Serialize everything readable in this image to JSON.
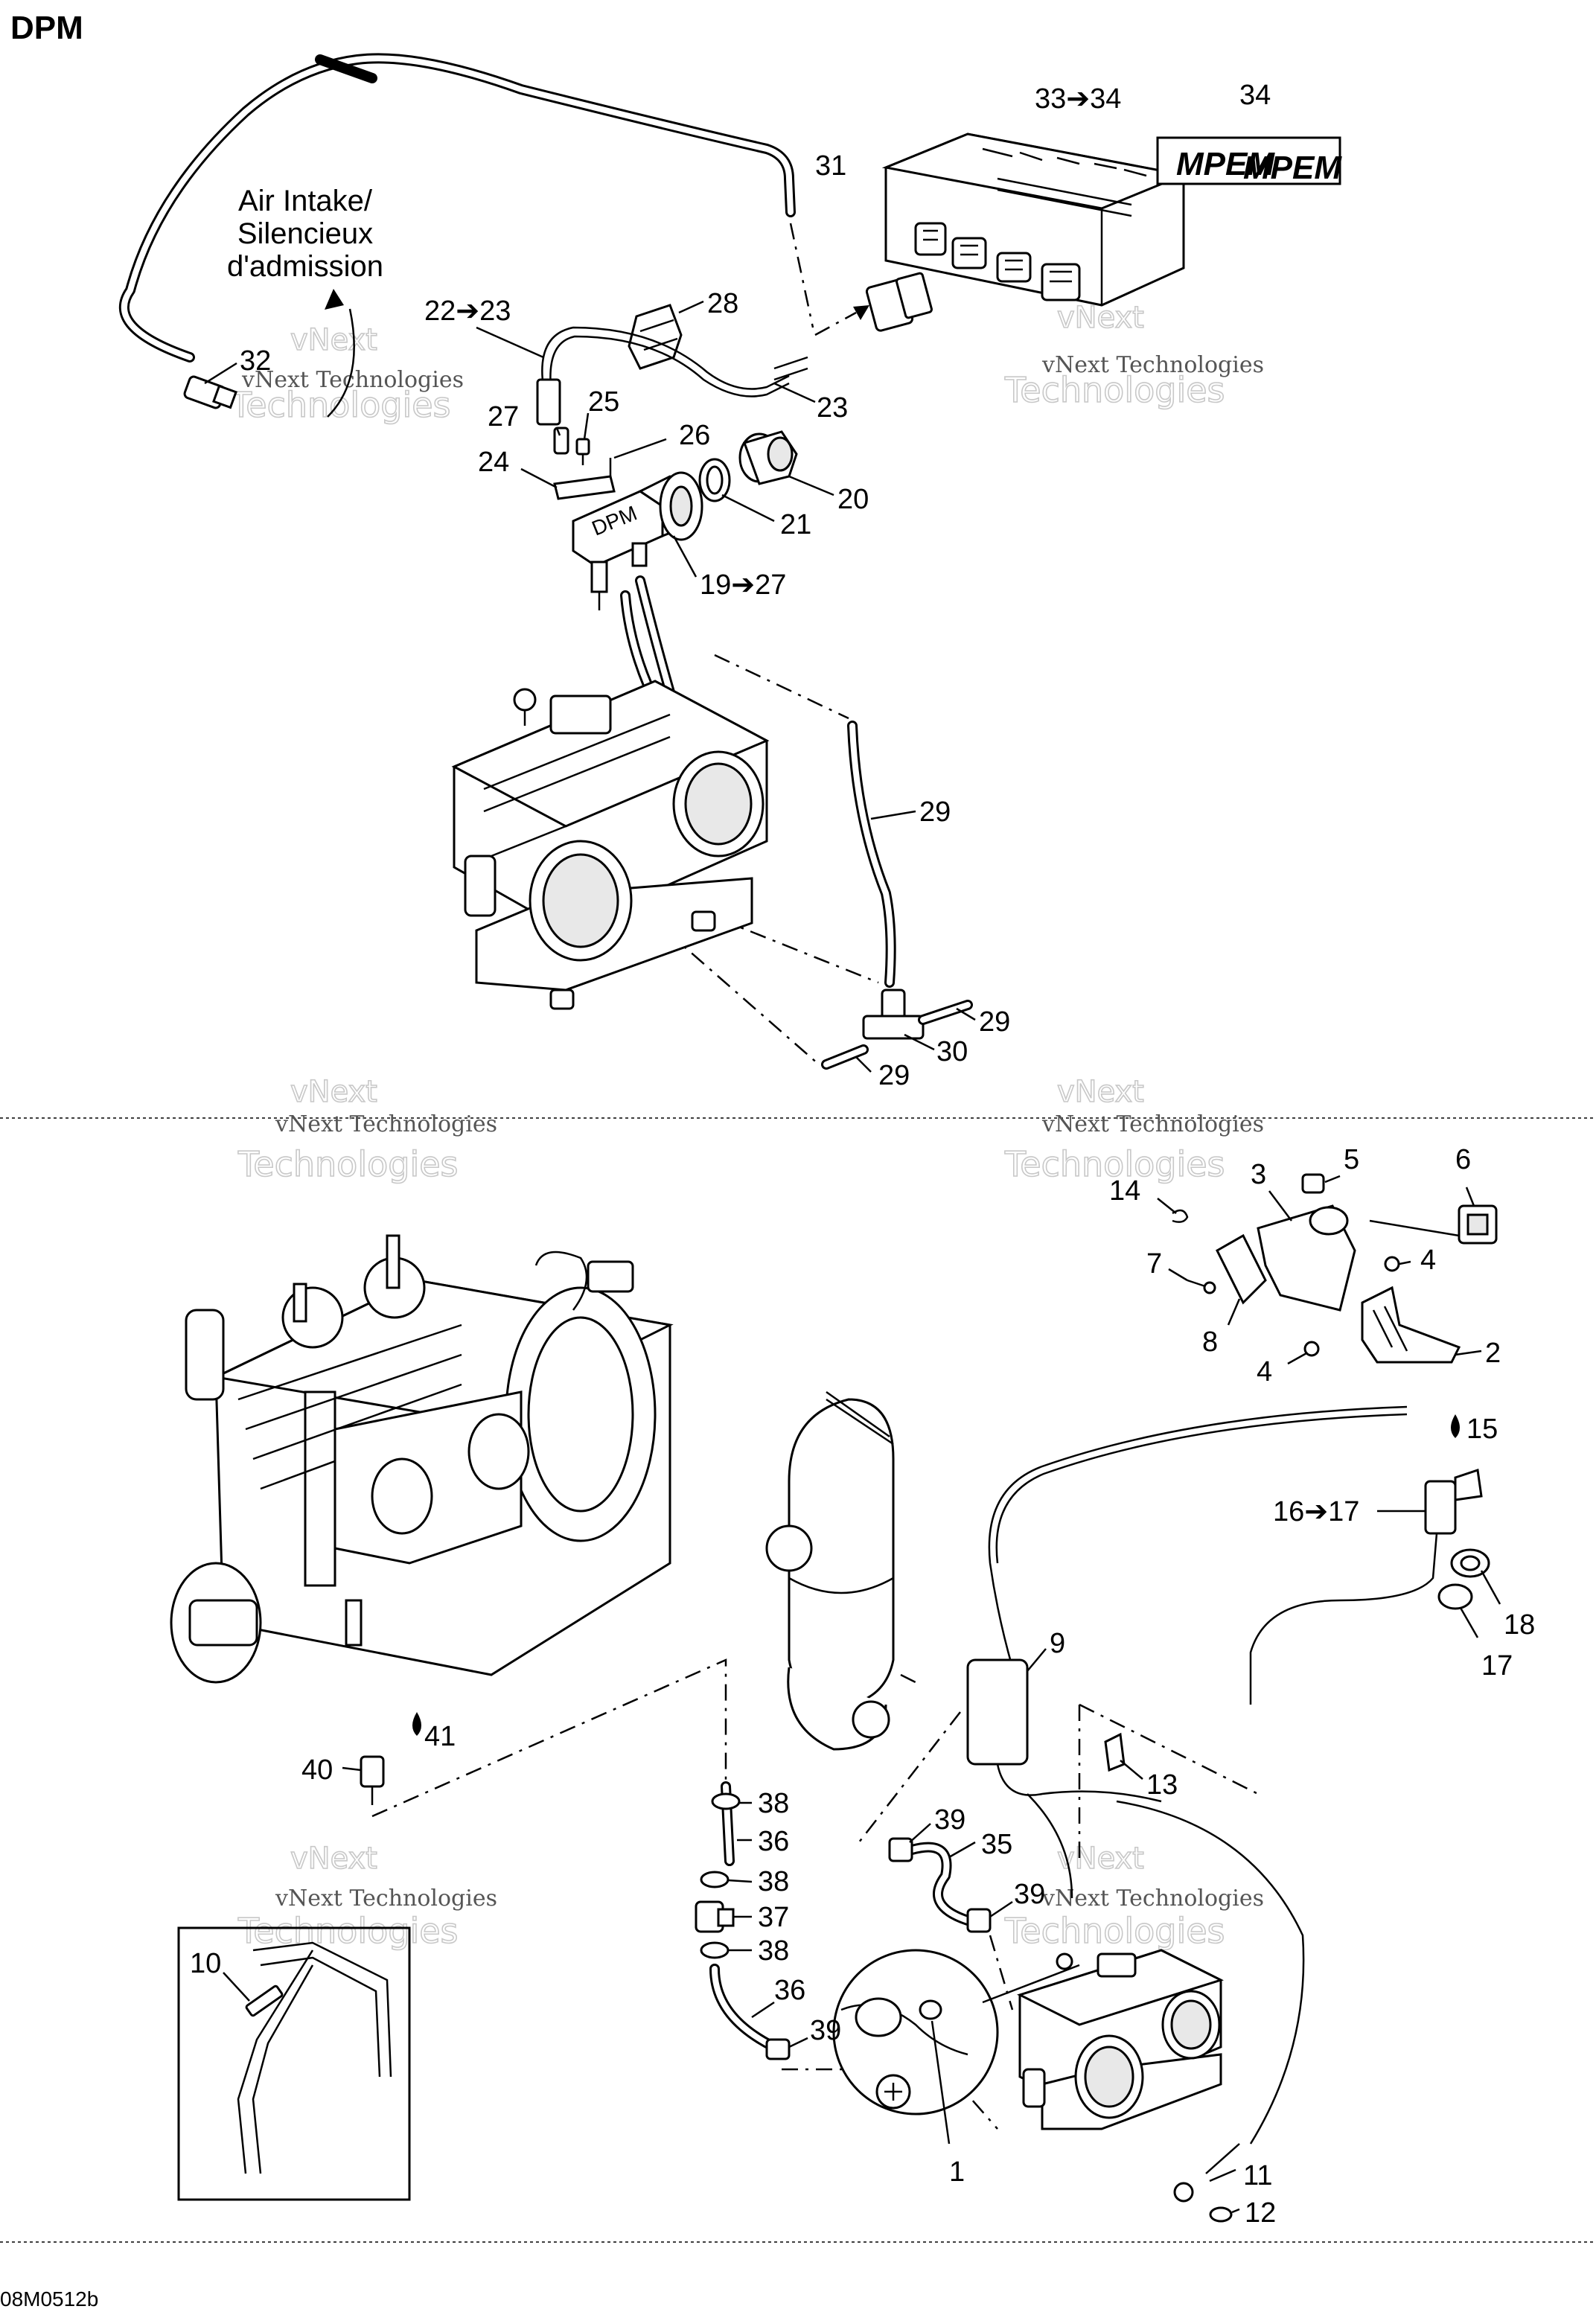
{
  "title": "DPM",
  "drawing_code": "08M0512b",
  "note_lines": [
    "Air Intake/",
    "Silencieux",
    "d'admission"
  ],
  "watermark": {
    "line1": "vNext Technologies",
    "line2": "vNext",
    "line3": "Technologies"
  },
  "brand_label": "MPEM",
  "callouts": [
    {
      "id": "c34",
      "text": "34"
    },
    {
      "id": "c33_34",
      "text": "33➔34"
    },
    {
      "id": "c31",
      "text": "31"
    },
    {
      "id": "c28",
      "text": "28"
    },
    {
      "id": "c22_23",
      "text": "22➔23"
    },
    {
      "id": "c32",
      "text": "32"
    },
    {
      "id": "c23",
      "text": "23"
    },
    {
      "id": "c27",
      "text": "27"
    },
    {
      "id": "c25",
      "text": "25"
    },
    {
      "id": "c26",
      "text": "26"
    },
    {
      "id": "c24",
      "text": "24"
    },
    {
      "id": "c20",
      "text": "20"
    },
    {
      "id": "c21",
      "text": "21"
    },
    {
      "id": "c19_27",
      "text": "19➔27"
    },
    {
      "id": "c29a",
      "text": "29"
    },
    {
      "id": "c29b",
      "text": "29"
    },
    {
      "id": "c30",
      "text": "30"
    },
    {
      "id": "c29c",
      "text": "29"
    },
    {
      "id": "c5",
      "text": "5"
    },
    {
      "id": "c6",
      "text": "6"
    },
    {
      "id": "c3",
      "text": "3"
    },
    {
      "id": "c14",
      "text": "14"
    },
    {
      "id": "c4a",
      "text": "4"
    },
    {
      "id": "c7",
      "text": "7"
    },
    {
      "id": "c8",
      "text": "8"
    },
    {
      "id": "c2",
      "text": "2"
    },
    {
      "id": "c4b",
      "text": "4"
    },
    {
      "id": "c15",
      "text": "15"
    },
    {
      "id": "c16_17",
      "text": "16➔17"
    },
    {
      "id": "c9",
      "text": "9"
    },
    {
      "id": "c18",
      "text": "18"
    },
    {
      "id": "c17",
      "text": "17"
    },
    {
      "id": "c41",
      "text": "41"
    },
    {
      "id": "c40",
      "text": "40"
    },
    {
      "id": "c13",
      "text": "13"
    },
    {
      "id": "c38a",
      "text": "38"
    },
    {
      "id": "c36a",
      "text": "36"
    },
    {
      "id": "c39a",
      "text": "39"
    },
    {
      "id": "c35",
      "text": "35"
    },
    {
      "id": "c38b",
      "text": "38"
    },
    {
      "id": "c39b",
      "text": "39"
    },
    {
      "id": "c37",
      "text": "37"
    },
    {
      "id": "c10",
      "text": "10"
    },
    {
      "id": "c38c",
      "text": "38"
    },
    {
      "id": "c36b",
      "text": "36"
    },
    {
      "id": "c39c",
      "text": "39"
    },
    {
      "id": "c1",
      "text": "1"
    },
    {
      "id": "c11",
      "text": "11"
    },
    {
      "id": "c12",
      "text": "12"
    }
  ]
}
